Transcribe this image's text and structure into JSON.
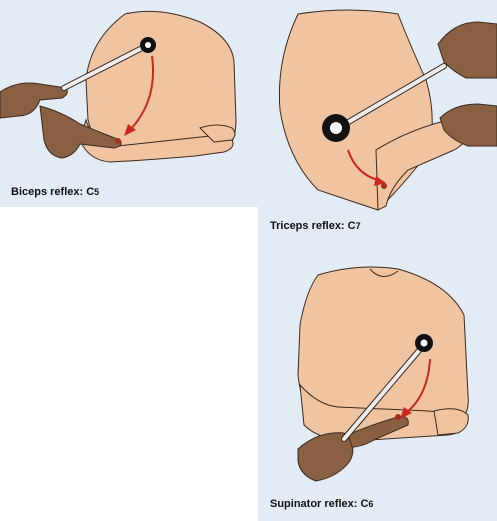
{
  "figures": [
    {
      "id": "biceps",
      "caption": "Biceps reflex: C",
      "segment": "5"
    },
    {
      "id": "triceps",
      "caption": "Triceps reflex: C",
      "segment": "7"
    },
    {
      "id": "supinator",
      "caption": "Supinator reflex: C",
      "segment": "6"
    }
  ],
  "colors": {
    "panel_background": "#e3ebf5",
    "skin": "#f1c4a1",
    "examiner_skin": "#8a6043",
    "arrow": "#c8281e",
    "hammer_head": "#111111",
    "hammer_shaft": "#eeeeee"
  }
}
